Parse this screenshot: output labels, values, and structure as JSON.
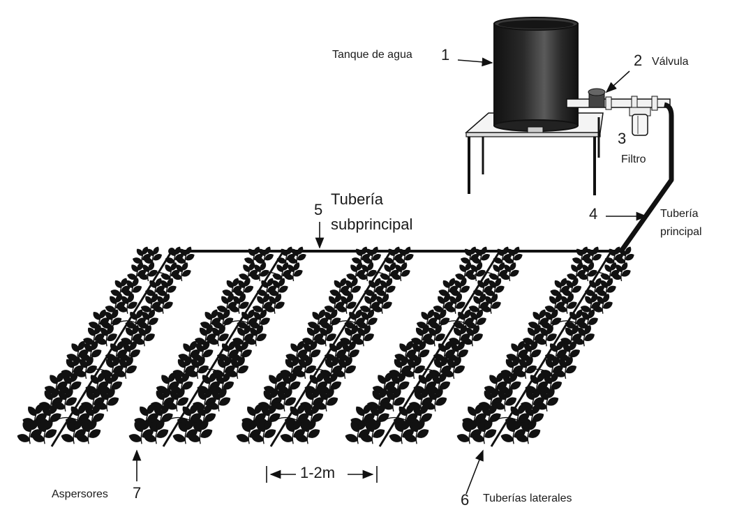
{
  "labels": {
    "tank": {
      "num": "1",
      "text": "Tanque de agua"
    },
    "valve": {
      "num": "2",
      "text": "Válvula"
    },
    "filter": {
      "num": "3",
      "text": "Filtro"
    },
    "main_pipe": {
      "num": "4",
      "line1": "Tubería",
      "line2": "principal"
    },
    "sub_pipe": {
      "num": "5",
      "line1": "Tubería",
      "line2": "subprincipal"
    },
    "laterals": {
      "num": "6",
      "text": "Tuberías laterales"
    },
    "sprinklers": {
      "num": "7",
      "text": "Aspersores"
    },
    "spacing": "1-2m"
  },
  "colors": {
    "ink": "#111111",
    "paper": "#ffffff",
    "tank_dark": "#1c1c1c",
    "tank_light": "#8a8a8a"
  }
}
